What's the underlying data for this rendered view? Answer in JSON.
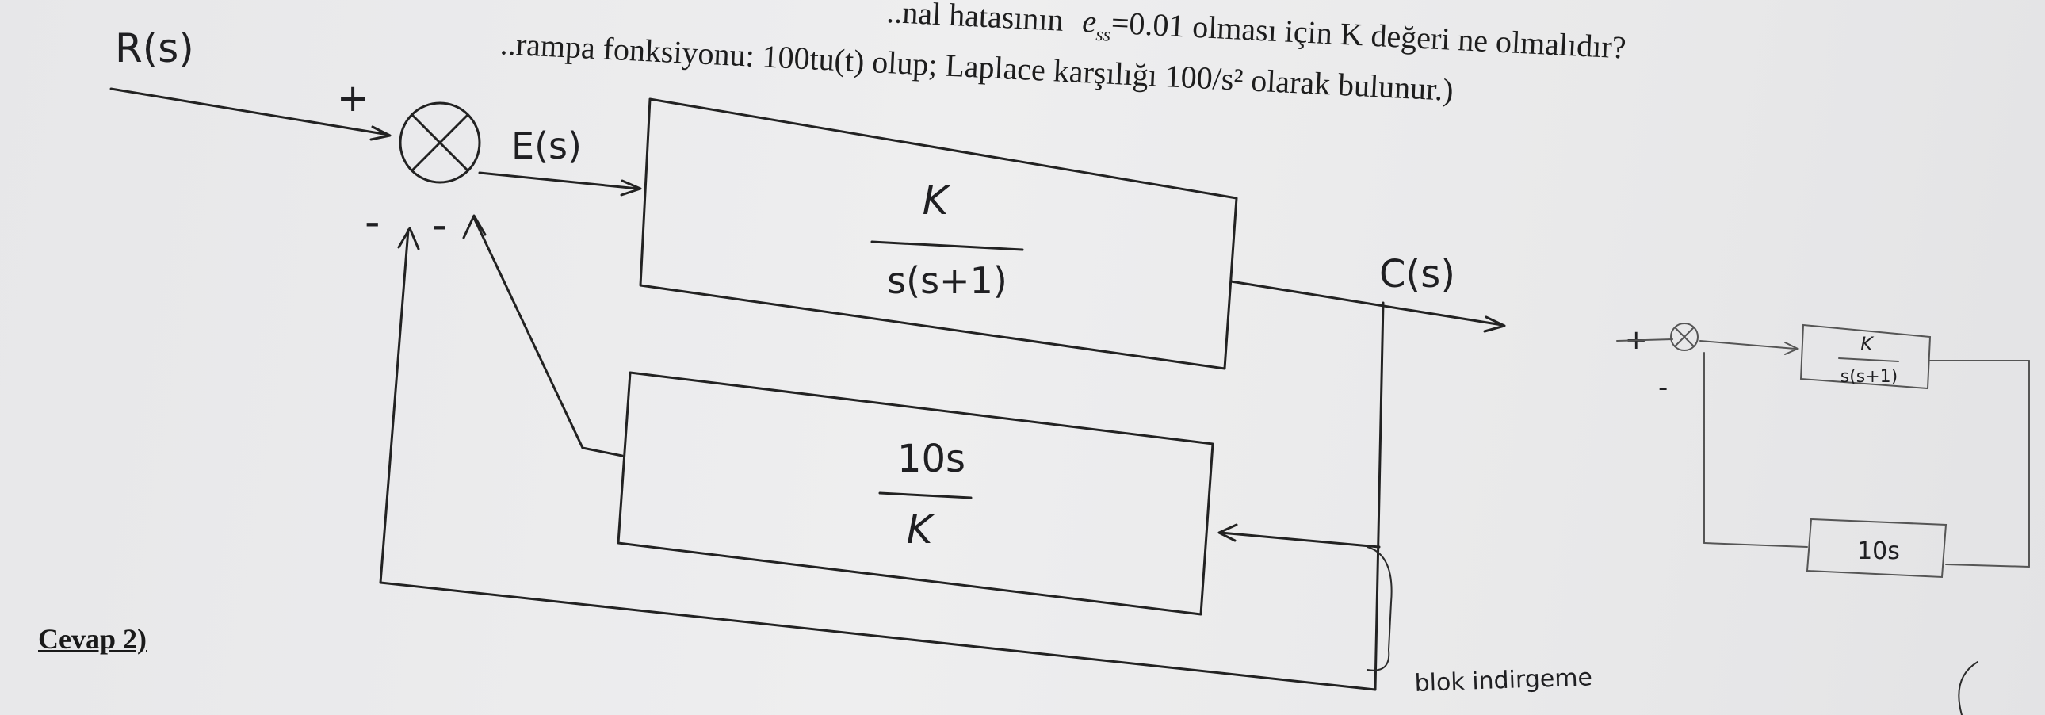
{
  "question": {
    "line1_prefix": "..nal hatasının",
    "line1_ess": "e",
    "line1_ess_sub": "ss",
    "line1_suffix": "=0.01 olması için K değeri ne olmalıdır?",
    "line2": "..rampa fonksiyonu: 100tu(t) olup; Laplace karşılığı 100/s² olarak bulunur.)"
  },
  "diagram": {
    "input_label": "R(s)",
    "output_label": "C(s)",
    "error_label": "E(s)",
    "sum_signs": [
      "+",
      "-",
      "-"
    ],
    "forward_block": {
      "numerator": "K",
      "denominator": "s(s+1)"
    },
    "feedback_block": {
      "numerator": "10s",
      "denominator": "K"
    }
  },
  "sketch": {
    "sign_plus": "+",
    "sign_minus": "-",
    "forward_block": {
      "numerator": "K",
      "denominator": "s(s+1)"
    },
    "feedback_block": {
      "label": "10s"
    },
    "note": "blok indirgeme"
  },
  "answer_label": "Cevap 2)"
}
